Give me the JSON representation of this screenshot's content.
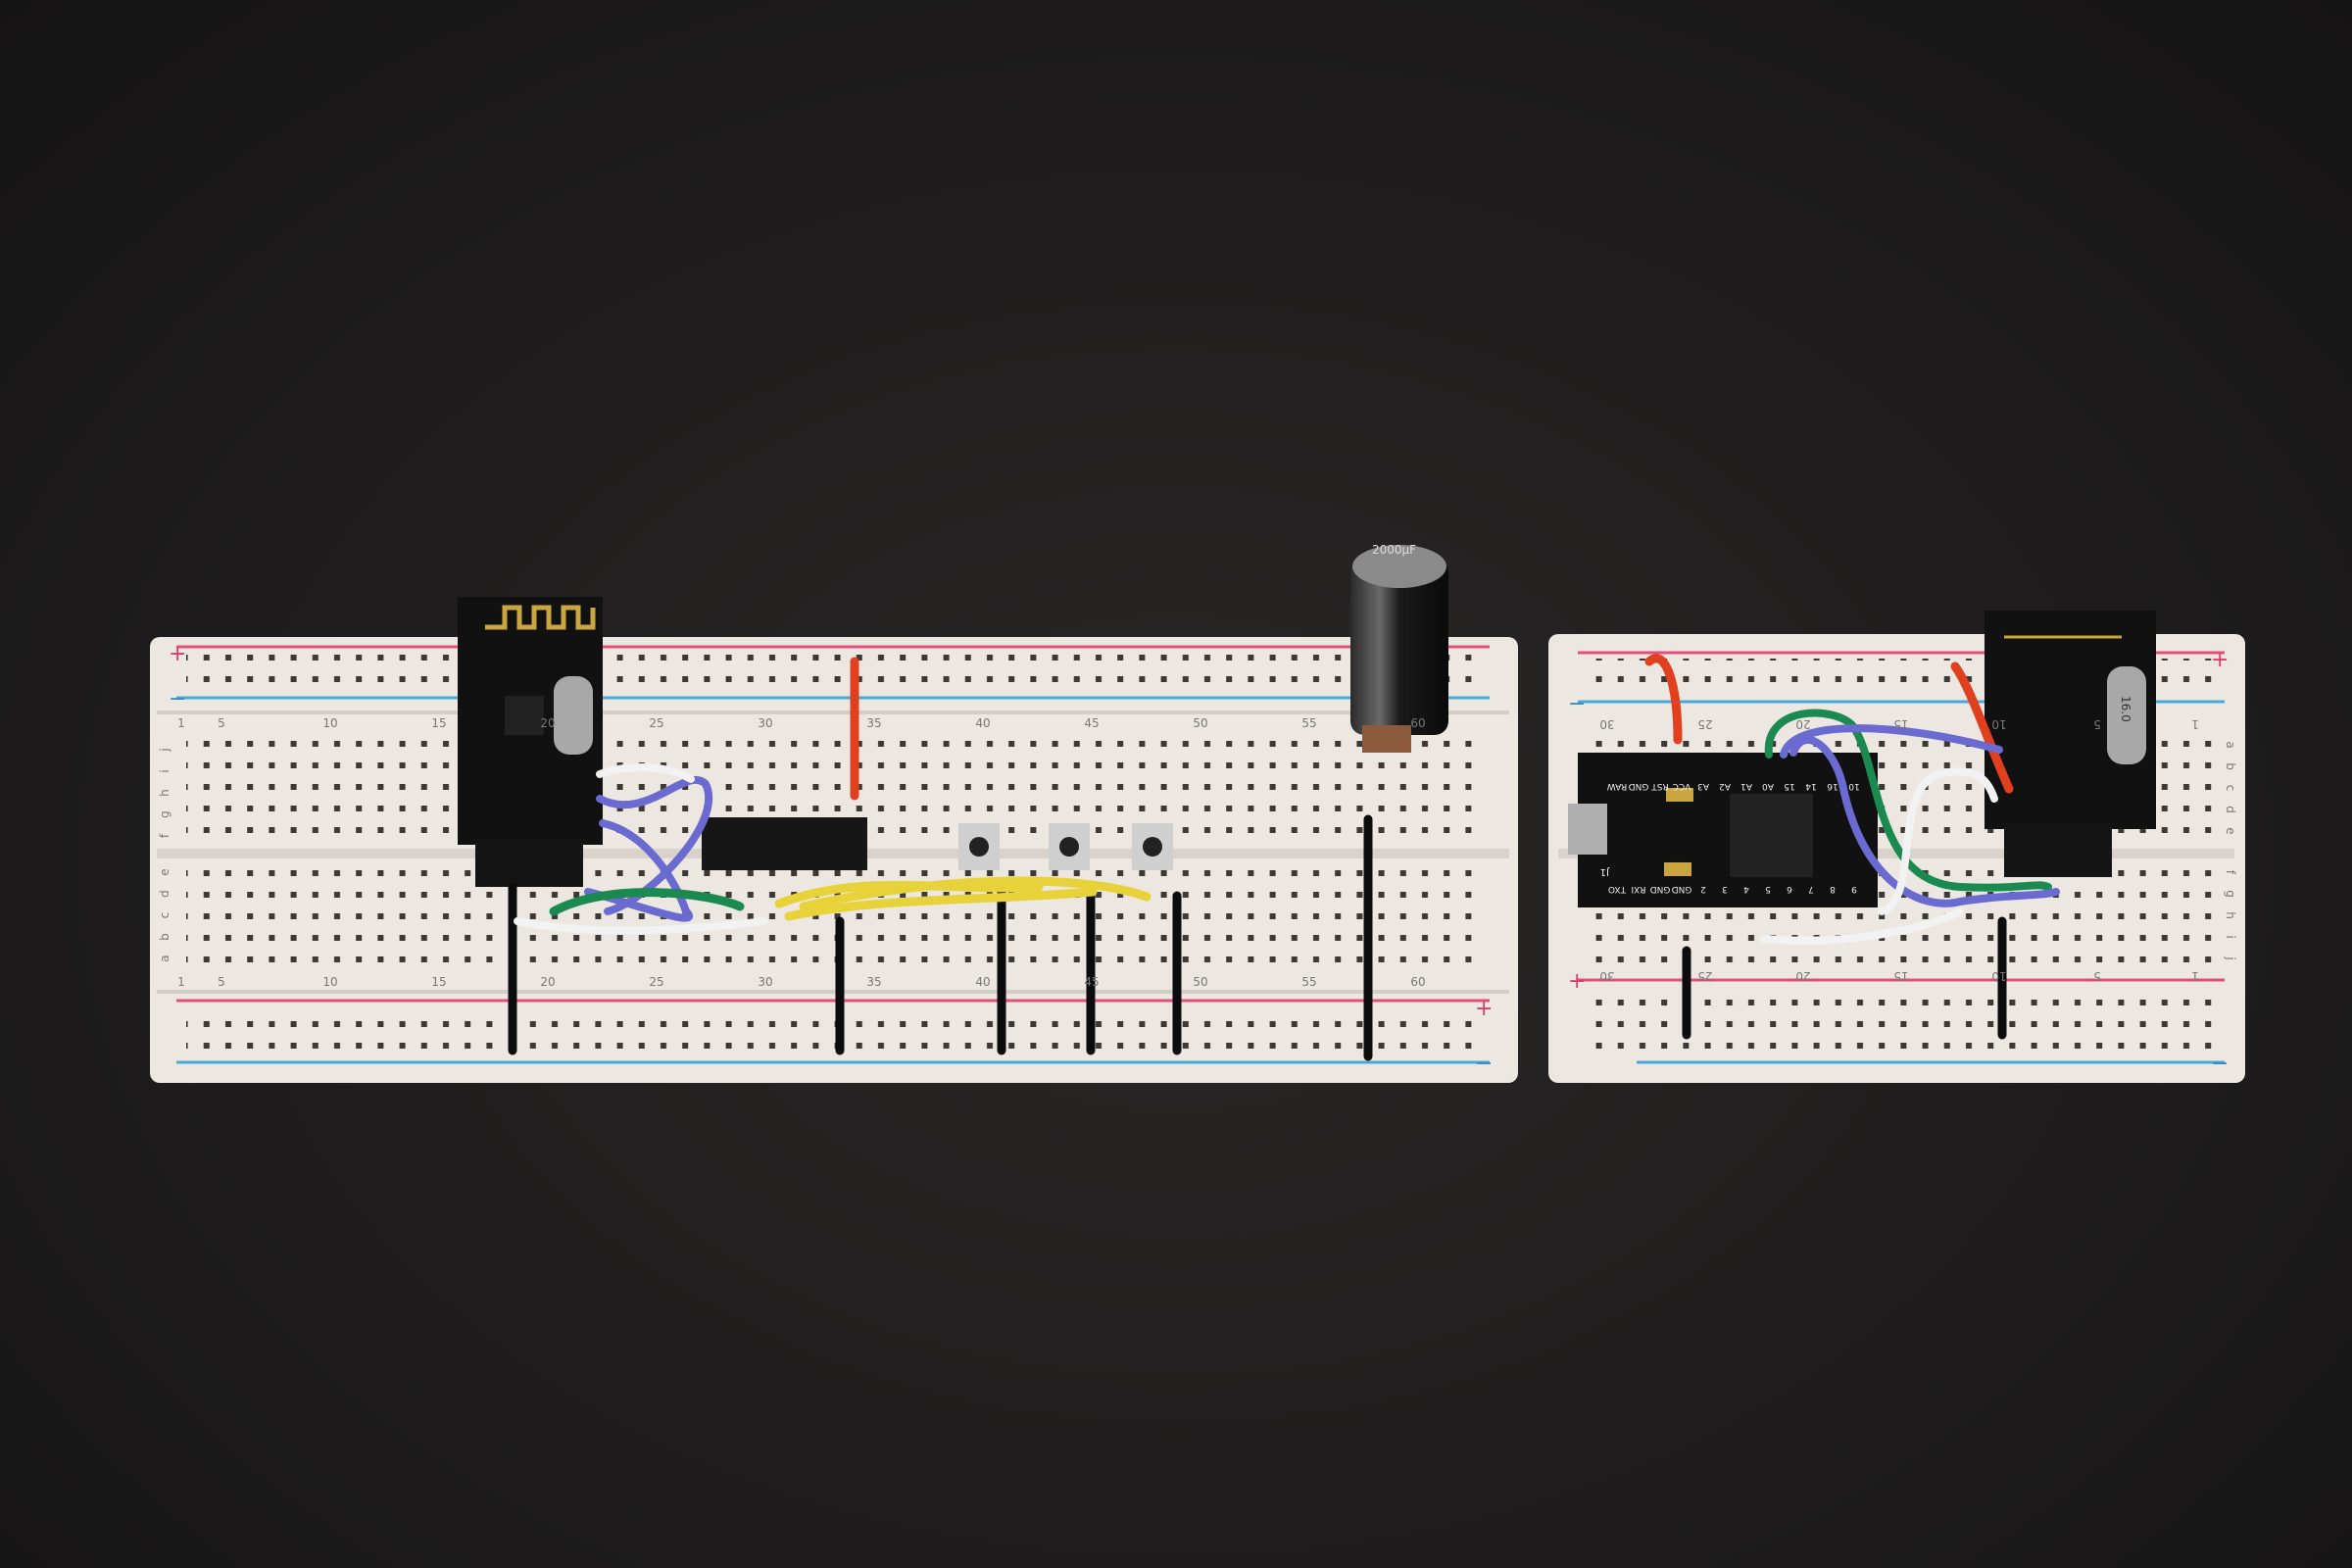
{
  "left_breadboard": {
    "column_numbers": [
      "1",
      "5",
      "10",
      "15",
      "20",
      "25",
      "30",
      "35",
      "40",
      "45",
      "50",
      "55",
      "60"
    ],
    "row_letters_top": [
      "j",
      "i",
      "h",
      "g",
      "f"
    ],
    "row_letters_bottom": [
      "e",
      "d",
      "c",
      "b",
      "a"
    ],
    "rail_plus": "+",
    "rail_minus": "−"
  },
  "right_breadboard": {
    "column_numbers": [
      "30",
      "25",
      "20",
      "15",
      "10",
      "5",
      "1"
    ],
    "row_letters_top": [
      "a",
      "b",
      "c",
      "d",
      "e"
    ],
    "row_letters_bottom": [
      "f",
      "g",
      "h",
      "i",
      "j"
    ],
    "rail_plus": "+",
    "rail_minus": "−"
  },
  "pro_micro": {
    "top_pins": [
      "RAW",
      "GND",
      "RST",
      "VCC",
      "A3",
      "A2",
      "A1",
      "A0",
      "15",
      "14",
      "16",
      "10"
    ],
    "bottom_pins": [
      "TXO",
      "RXI",
      "GND",
      "GND",
      "2",
      "3",
      "4",
      "5",
      "6",
      "7",
      "8",
      "9"
    ],
    "connector_label": "J1"
  },
  "capacitor": {
    "marking": "2000µF"
  },
  "crystal": {
    "marking": "16.0"
  },
  "colors": {
    "background": "#1f1d1d",
    "breadboard": "#ece7e1",
    "rail_red": "#e0507a",
    "rail_blue": "#4aa8d8",
    "wire_red": "#e0401e",
    "wire_black": "#0c0c0c",
    "wire_blue": "#6a6ad0",
    "wire_green": "#1a8a50",
    "wire_white": "#f2f2f2",
    "wire_yellow": "#e8d23a",
    "pcb": "#111111",
    "antenna_gold": "#c9a640"
  }
}
